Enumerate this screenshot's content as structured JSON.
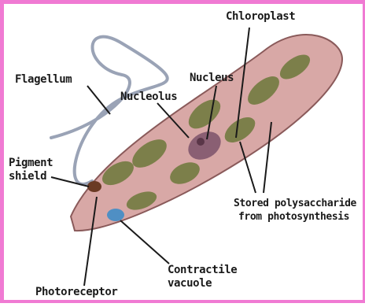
{
  "diagram": {
    "labels": {
      "chloroplast": "Chloroplast",
      "flagellum": "Flagellum",
      "nucleus": "Nucleus",
      "nucleolus": "Nucleolus",
      "pigment_shield_line1": "Pigment",
      "pigment_shield_line2": "shield",
      "stored_line1": "Stored polysaccharide",
      "stored_line2": "from photosynthesis",
      "contractile_line1": "Contractile",
      "contractile_line2": "vacuole",
      "photoreceptor": "Photoreceptor"
    },
    "colors": {
      "border": "#f07ad3",
      "cell_fill": "#d8a8a6",
      "cell_outline": "#8a5a5a",
      "chloroplast": "#7c7f4a",
      "nucleus": "#8a5f73",
      "pigment_shield": "#6a3a24",
      "contractile_vacuole": "#4f8fc4",
      "flagellum": "#9aa3b6",
      "leader_line": "#1a1a1a"
    }
  }
}
